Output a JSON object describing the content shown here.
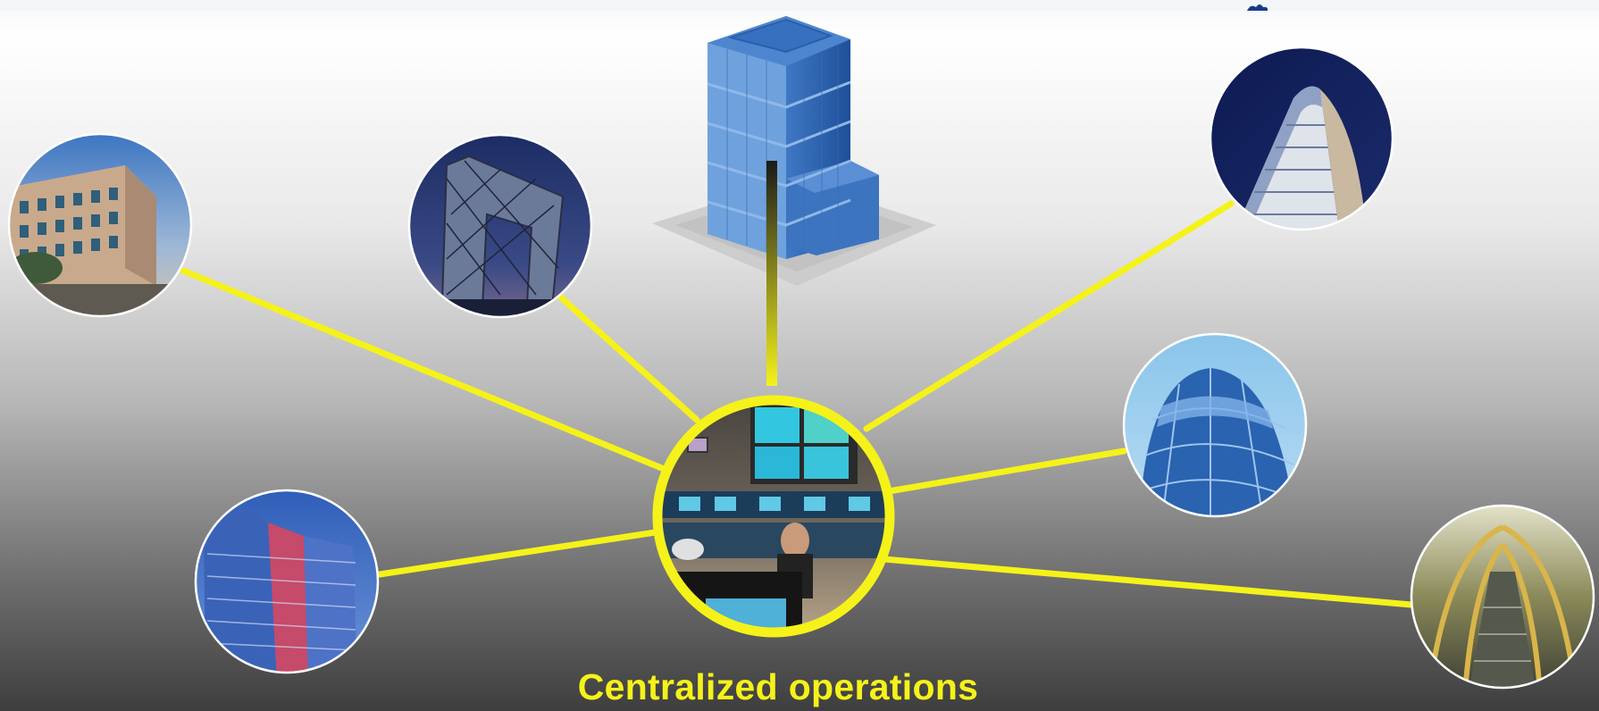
{
  "caption": "Centralized operations",
  "colors": {
    "connector": "#f5f21a",
    "hub_ring": "#f5f21a",
    "node_border": "#ffffff"
  },
  "icons": [
    "office-tower-icon",
    "cloud-icon"
  ],
  "hub": {
    "name": "control-room-photo"
  },
  "nodes": [
    {
      "name": "office-building-photo"
    },
    {
      "name": "lattice-tower-photo"
    },
    {
      "name": "curved-skyscraper-photo"
    },
    {
      "name": "glass-dome-photo"
    },
    {
      "name": "highrise-flag-photo"
    },
    {
      "name": "terminal-hall-photo"
    }
  ]
}
